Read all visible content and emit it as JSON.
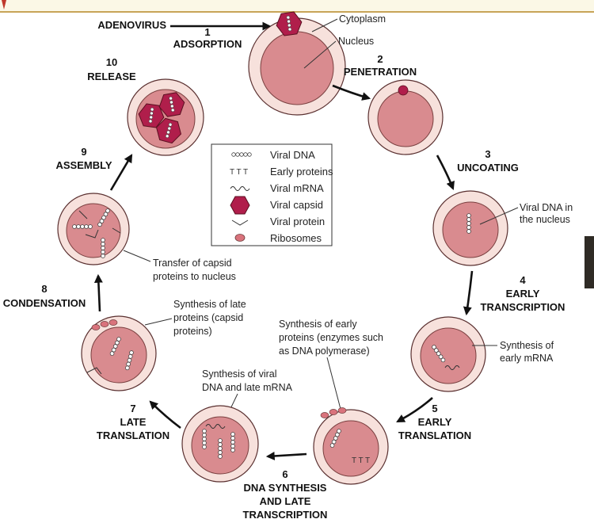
{
  "colors": {
    "capsid": "#b01e4b",
    "nucleus": "#d98b8f",
    "cytoplasm": "#f7e1dc",
    "ribosome": "#d9737c",
    "frame_top": "#c8a458",
    "top_strip": "#fbf8e6",
    "right_tab": "#2f2b25"
  },
  "steps": {
    "s1": {
      "num": "1",
      "name": "ADSORPTION"
    },
    "s2": {
      "num": "2",
      "name": "PENETRATION"
    },
    "s3": {
      "num": "3",
      "name": "UNCOATING"
    },
    "s4": {
      "num": "4",
      "line1": "EARLY",
      "line2": "TRANSCRIPTION"
    },
    "s5": {
      "num": "5",
      "line1": "EARLY",
      "line2": "TRANSLATION"
    },
    "s6": {
      "num": "6",
      "line1": "DNA SYNTHESIS",
      "line2": "AND LATE",
      "line3": "TRANSCRIPTION"
    },
    "s7": {
      "num": "7",
      "line1": "LATE",
      "line2": "TRANSLATION"
    },
    "s8": {
      "num": "8",
      "name": "CONDENSATION"
    },
    "s9": {
      "num": "9",
      "name": "ASSEMBLY"
    },
    "s10": {
      "num": "10",
      "name": "RELEASE"
    }
  },
  "labels": {
    "adenovirus": "ADENOVIRUS",
    "cytoplasm": "Cytoplasm",
    "nucleus": "Nucleus"
  },
  "annotations": {
    "viral_dna_nucleus": [
      "Viral DNA in",
      "the nucleus"
    ],
    "early_mrna": [
      "Synthesis of",
      "early mRNA"
    ],
    "early_proteins": [
      "Synthesis of early",
      "proteins (enzymes such",
      "as DNA polymerase)"
    ],
    "viral_dna_late_mrna": [
      "Synthesis of viral",
      "DNA and late mRNA"
    ],
    "late_proteins": [
      "Synthesis of late",
      "proteins (capsid",
      "proteins)"
    ],
    "transfer_capsid": [
      "Transfer of capsid",
      "proteins to nucleus"
    ]
  },
  "legend": {
    "items": [
      {
        "icon": "viral-dna-icon",
        "label": "Viral DNA"
      },
      {
        "icon": "early-proteins-icon",
        "label": "Early proteins"
      },
      {
        "icon": "viral-mrna-icon",
        "label": "Viral mRNA"
      },
      {
        "icon": "viral-capsid-icon",
        "label": "Viral capsid"
      },
      {
        "icon": "viral-protein-icon",
        "label": "Viral protein"
      },
      {
        "icon": "ribosomes-icon",
        "label": "Ribosomes"
      }
    ]
  }
}
